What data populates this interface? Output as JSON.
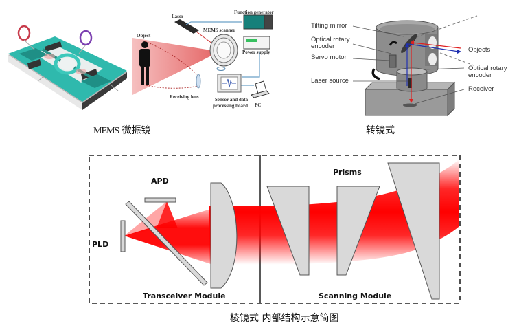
{
  "figures": {
    "mems": {
      "caption_latin": "MEMS",
      "caption_cn": "微振镜",
      "labels": {
        "laser": "Laser",
        "function_generator": "Function generator",
        "mems_scanner": "MEMS scanner",
        "object": "Object",
        "power_supply": "Power supply",
        "receiving_lens": "Receiving lens",
        "sensor_board_line1": "Sensor and data",
        "sensor_board_line2": "processing board",
        "pc": "PC"
      }
    },
    "rotating_mirror": {
      "caption": "转镜式",
      "labels": {
        "tilting_mirror": "Tilting mirror",
        "optical_rotary_encoder_left_line1": "Optical rotary",
        "optical_rotary_encoder_left_line2": "encoder",
        "servo_motor": "Servo motor",
        "laser_source": "Laser source",
        "objects": "Objects",
        "optical_rotary_encoder_right_line1": "Optical rotary",
        "optical_rotary_encoder_right_line2": "encoder",
        "receiver": "Receiver"
      }
    },
    "prism": {
      "caption": "棱镜式 内部结构示意简图",
      "labels": {
        "apd": "APD",
        "pld": "PLD",
        "transceiver_module": "Transceiver Module",
        "prisms": "Prisms",
        "scanning_module": "Scanning Module"
      }
    }
  },
  "colors": {
    "beam_red": "#ff0000",
    "optic_gray": "#d9d9d9",
    "pcb_teal": "#2bb3a8",
    "outline": "#555555",
    "arrow_blue": "#1f2fb0"
  }
}
